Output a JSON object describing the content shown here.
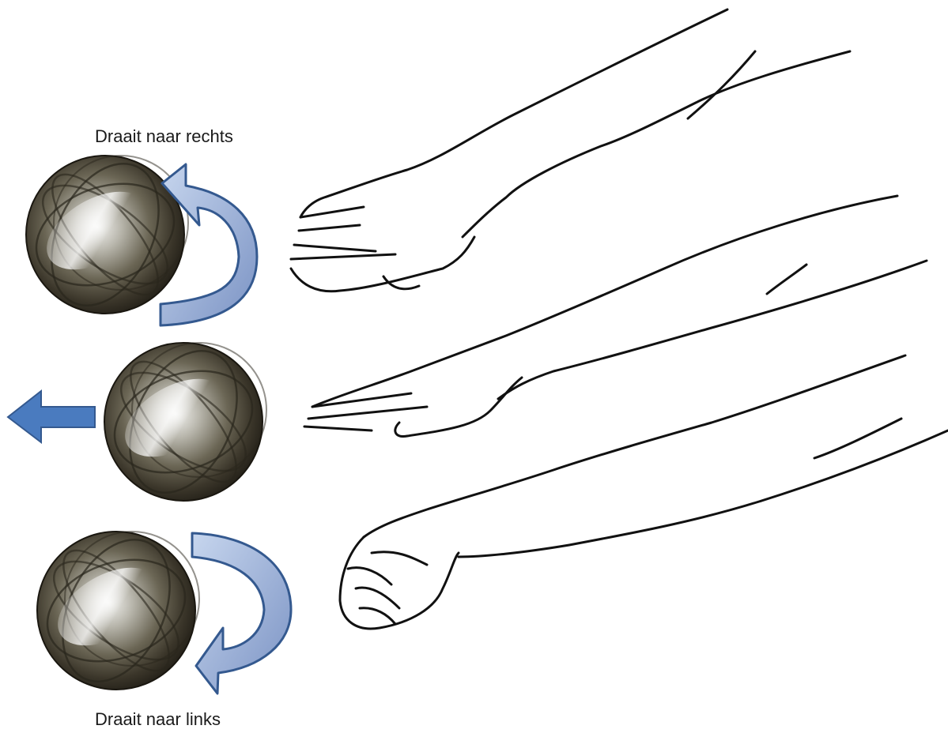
{
  "labels": {
    "turns_right": "Draait naar rechts",
    "turns_left": "Draait naar links"
  },
  "colors": {
    "arrow_fill_light": "#a9bfe0",
    "arrow_fill_dark": "#7b93c4",
    "arrow_stroke": "#34598f",
    "straight_arrow": "#4a7bbf",
    "sketch_line": "#111111"
  },
  "icons": {
    "ball": "petanque-ball",
    "curved_arrow_top": "curved-arrow-counterclockwise",
    "curved_arrow_bottom": "curved-arrow-clockwise",
    "straight_arrow": "arrow-left"
  }
}
